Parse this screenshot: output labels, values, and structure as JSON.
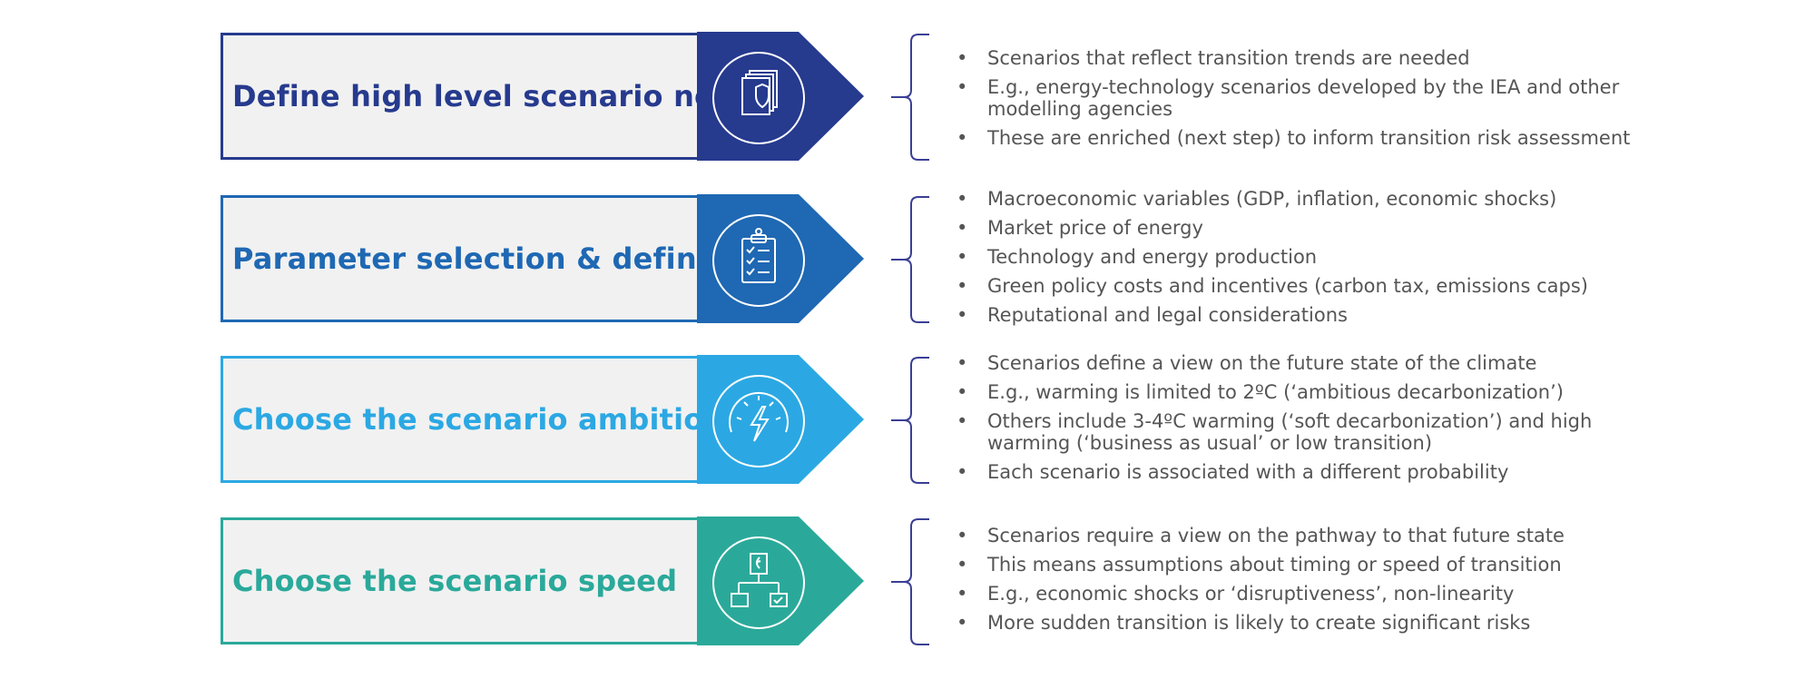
{
  "colors": {
    "step1": "#263a8e",
    "step2": "#1f68b3",
    "step3": "#2ba8e3",
    "step4": "#2aa99a",
    "brace": "#3a3f95",
    "text": "#555555"
  },
  "steps": [
    {
      "title": "Define high level scenario needs",
      "icon": "document-shield-icon",
      "bullets": [
        "Scenarios that reflect transition trends are needed",
        "E.g., energy-technology scenarios developed by the IEA and other modelling agencies",
        "These are enriched (next step) to inform transition risk  assessment"
      ]
    },
    {
      "title": "Parameter selection & definition",
      "icon": "clipboard-checklist-icon",
      "bullets": [
        "Macroeconomic variables (GDP, inflation, economic shocks)",
        "Market price of energy",
        "Technology and energy production",
        "Green policy costs and incentives (carbon tax, emissions caps)",
        "Reputational and legal considerations"
      ]
    },
    {
      "title": "Choose the scenario ambition",
      "icon": "speedometer-lightning-icon",
      "bullets": [
        "Scenarios define a view on the future state of the climate",
        "E.g., warming is limited to 2ºC (‘ambitious decarbonization’)",
        "Others include 3-4ºC  warming (‘soft decarbonization’) and high warming (‘business as usual’ or low transition)",
        "Each scenario is associated with a different probability"
      ]
    },
    {
      "title": "Choose the scenario speed",
      "icon": "flowchart-icon",
      "bullets": [
        "Scenarios require a view on the pathway to that future state",
        "This means assumptions about timing or speed of transition",
        "E.g., economic shocks or ‘disruptiveness’, non-linearity",
        "More sudden transition is likely to create significant risks"
      ]
    }
  ]
}
